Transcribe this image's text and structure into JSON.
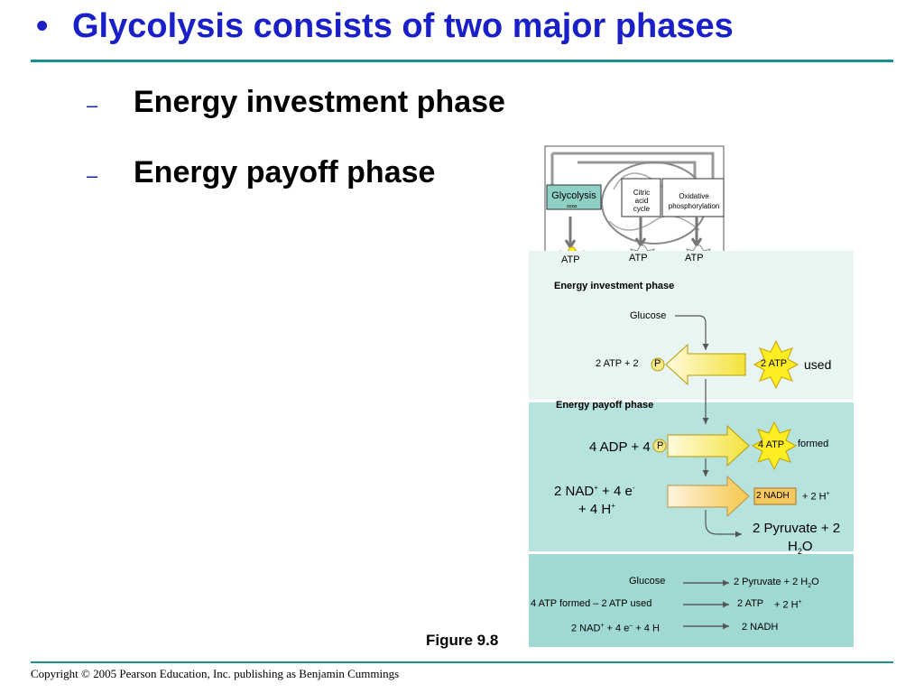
{
  "slide": {
    "bullet": "•",
    "title": "Glycolysis consists of two major phases",
    "dash": "–",
    "items": [
      {
        "label": "Energy investment phase"
      },
      {
        "label": "Energy payoff phase"
      }
    ],
    "figure_label": "Figure 9.8",
    "copyright": "Copyright © 2005 Pearson Education, Inc. publishing as Benjamin Cummings"
  },
  "diagram": {
    "overview": {
      "glycolysis": "Glycolysis",
      "citric_l1": "Citric",
      "citric_l2": "acid",
      "citric_l3": "cycle",
      "oxidative_l1": "Oxidative",
      "oxidative_l2": "phosphorylation",
      "atp": "ATP"
    },
    "investment": {
      "heading": "Energy investment phase",
      "glucose": "Glucose",
      "input": "2 ATP + 2",
      "p": "P",
      "output": "2 ATP",
      "used": "used"
    },
    "payoff": {
      "heading": "Energy payoff phase",
      "adp": "4 ADP + 4",
      "p": "P",
      "atp_out": "4 ATP",
      "formed": "formed",
      "nad_line1": "2 NAD",
      "nad_line1_rest": " + 4 e",
      "nad_line2": "+ 4 H",
      "sup_plus": "+",
      "sup_minus": "-",
      "nadh": "2 NADH",
      "h_plus": "+ 2 H",
      "pyruvate_l1": "2 Pyruvate + 2",
      "pyruvate_l2": "H",
      "sub_2": "2",
      "o": "O"
    },
    "net": {
      "glucose": "Glucose",
      "pyruvate": "2 Pyruvate + 2 H",
      "sub_2": "2",
      "o": "O",
      "atp_in": "4 ATP formed – 2 ATP used",
      "atp_out": "2 ATP",
      "h_out": "+ 2 H",
      "nad_in": "2 NAD",
      "nad_in_rest": " + 4 e",
      "nad_in_rest2": " + 4 H",
      "minus": "–",
      "plus": "+",
      "nadh_out": "2 NADH"
    }
  },
  "colors": {
    "title_blue": "#1a20c8",
    "rule_teal": "#1e8f8f",
    "investment_bg": "#e8f5f3",
    "payoff_bg": "#b6e3de",
    "net_bg": "#a0d9d3",
    "arrow_yellow": "#f6e63a"
  }
}
